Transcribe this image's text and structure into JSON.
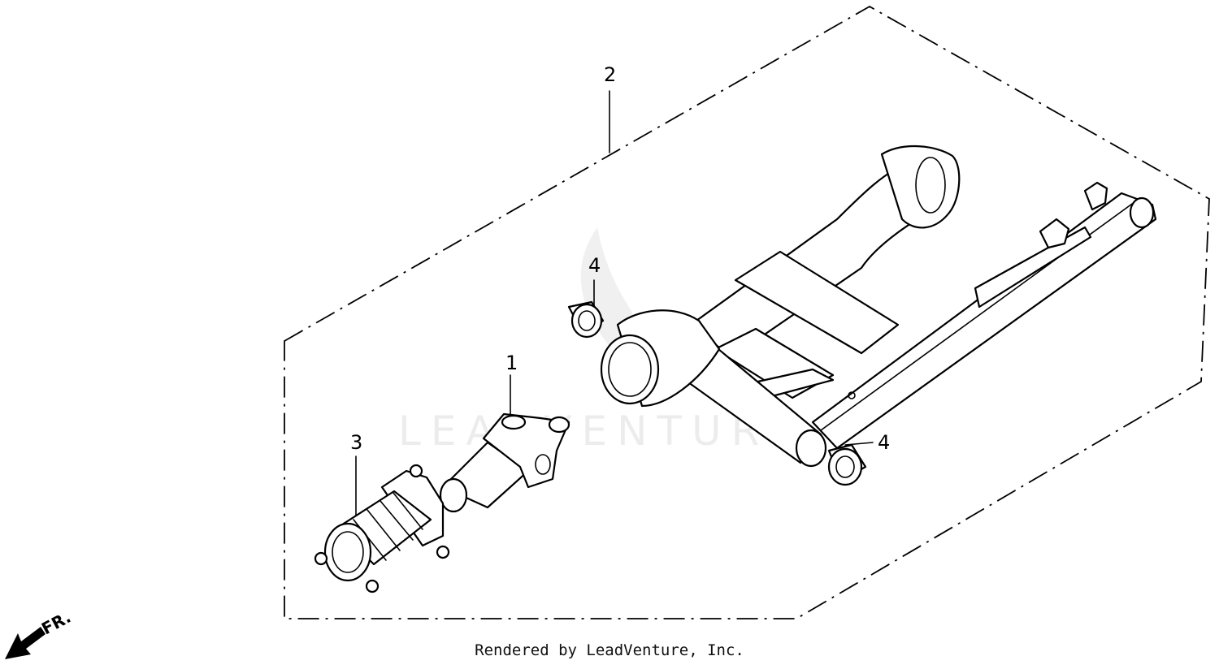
{
  "callouts": {
    "c1": "1",
    "c2": "2",
    "c3": "3",
    "c4a": "4",
    "c4b": "4"
  },
  "direction_label": "FR.",
  "watermark": "LEADVENTURE",
  "footer": "Rendered by LeadVenture, Inc."
}
